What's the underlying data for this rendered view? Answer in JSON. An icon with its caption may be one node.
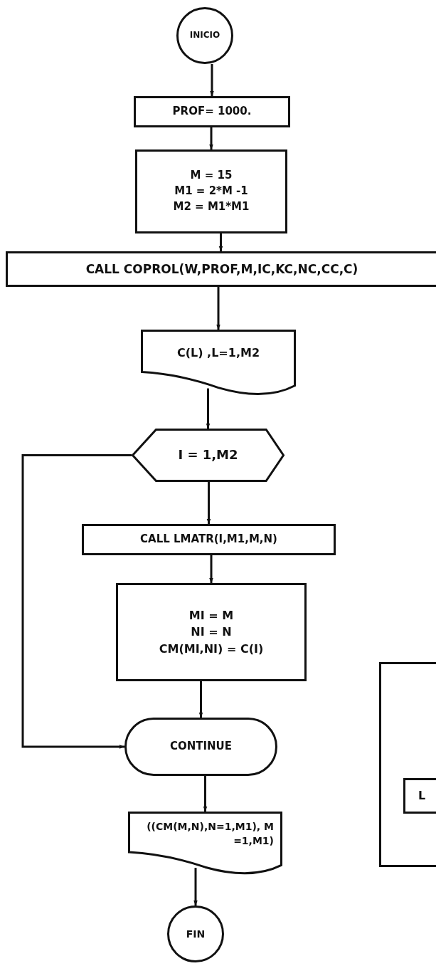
{
  "diagram": {
    "nodes": [
      {
        "text": [
          "INICIO"
        ]
      },
      {
        "text": [
          "PROF= 1000."
        ]
      },
      {
        "text": [
          "M = 15",
          "M1 = 2*M -1",
          "M2 = M1*M1"
        ]
      },
      {
        "text": [
          "CALL COPROL(W,PROF,M,IC,KC,NC,CC,C)"
        ]
      },
      {
        "text": [
          "C(L) ,L=1,M2"
        ]
      },
      {
        "text": [
          "I = 1,M2"
        ]
      },
      {
        "text": [
          "CALL LMATR(I,M1,M,N)"
        ]
      },
      {
        "text": [
          "MI = M",
          "NI = N",
          "CM(MI,NI) = C(I)"
        ]
      },
      {
        "text": [
          "CONTINUE"
        ]
      },
      {
        "text": [
          "((CM(M,N),N=1,M1), M =1,M1)"
        ]
      },
      {
        "text": [
          "FIN"
        ]
      },
      {
        "text": [],
        "shape": "box"
      },
      {
        "text": [
          "L"
        ],
        "in": 11
      }
    ],
    "edges": [
      {
        "from": 0,
        "to": 1,
        "arrow": "to"
      },
      {
        "from": 1,
        "to": 2,
        "arrow": "to"
      },
      {
        "from": 2,
        "to": 3,
        "arrow": "to"
      },
      {
        "from": 3,
        "to": 4,
        "arrow": "to"
      },
      {
        "from": 4,
        "to": 5,
        "arrow": "to"
      },
      {
        "from": 5,
        "to": 6,
        "arrow": "to"
      },
      {
        "from": 6,
        "to": 7,
        "arrow": "to"
      },
      {
        "from": 7,
        "to": 8,
        "arrow": "to"
      },
      {
        "from": 8,
        "to": 9,
        "arrow": "to"
      },
      {
        "from": 9,
        "to": 10,
        "arrow": "to"
      },
      {
        "from": 5,
        "to": 8,
        "arrow": "to"
      }
    ]
  }
}
